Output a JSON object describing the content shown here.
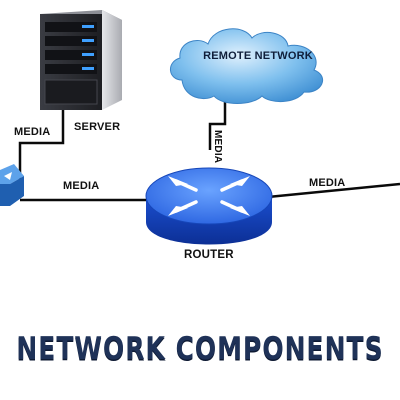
{
  "title": "NETWORK COMPONENTS",
  "labels": {
    "server": "SERVER",
    "router": "ROUTER",
    "remote_network": "REMOTE NETWORK",
    "media_server_link": "MEDIA",
    "media_switch_link": "MEDIA",
    "media_outgoing_link": "MEDIA",
    "media_remote_link": "MEDIA"
  },
  "colors": {
    "title": "#1f3258",
    "router_body": "#1d52d6",
    "router_top": "#3f7ef0",
    "cloud": "#6fb4e8",
    "server_body": "#2b2d33",
    "server_lights": "#3fa0ff",
    "switch": "#2f7fd6",
    "cable": "#0a0a0a"
  },
  "icons": [
    "server-icon",
    "router-icon",
    "cloud-icon",
    "switch-icon"
  ]
}
